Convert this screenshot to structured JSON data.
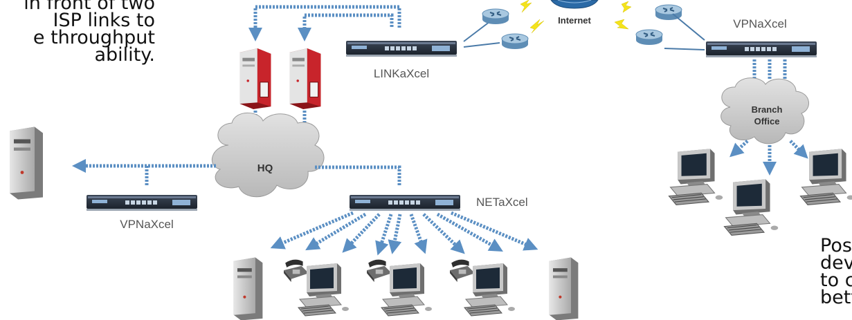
{
  "caption_left": [
    "in front of two",
    "ISP links to",
    "e throughput",
    "ability."
  ],
  "caption_right": [
    "Pos",
    "dev",
    "to c",
    "bett"
  ],
  "labels": {
    "internet": "Internet",
    "vpn_top": "VPNaXcel",
    "link": "LINKaXcel",
    "branch_line1": "Branch",
    "branch_line2": "Office",
    "hq": "HQ",
    "net": "NETaXcel",
    "vpn_left": "VPNaXcel"
  },
  "colors": {
    "link_blue": "#5b8fc3",
    "server_red": "#c8242b",
    "cloud_gray": "#c9c9c9",
    "lightning": "#f4e31c",
    "router_blue": "#7aa6c9",
    "appliance_dark": "#2a3340",
    "label_gray": "#555555"
  },
  "icons": [
    "router-icon",
    "server-icon",
    "workstation-icon",
    "phone-icon",
    "cloud-icon",
    "appliance-icon",
    "lightning-icon",
    "globe-icon"
  ]
}
